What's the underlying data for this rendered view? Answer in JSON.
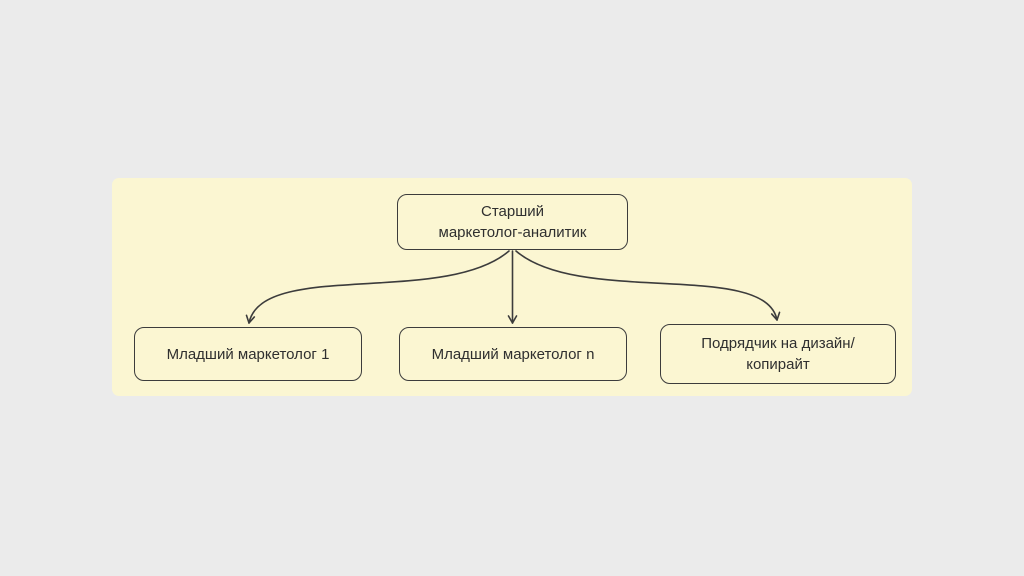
{
  "diagram": {
    "type": "org-chart",
    "root": {
      "id": "senior-marketer-analyst",
      "label": "Старший маркетолог-аналитик",
      "lines": [
        "Старший",
        "маркетолог-аналитик"
      ]
    },
    "children": [
      {
        "id": "junior-marketer-1",
        "label": "Младший маркетолог 1",
        "lines": [
          "Младший маркетолог 1"
        ]
      },
      {
        "id": "junior-marketer-n",
        "label": "Младший маркетолог n",
        "lines": [
          "Младший маркетолог n"
        ]
      },
      {
        "id": "design-copy-contractor",
        "label": "Подрядчик на дизайн/ копирайт",
        "lines": [
          "Подрядчик на дизайн/",
          "копирайт"
        ]
      }
    ],
    "edges": [
      {
        "from": "senior-marketer-analyst",
        "to": "junior-marketer-1"
      },
      {
        "from": "senior-marketer-analyst",
        "to": "junior-marketer-n"
      },
      {
        "from": "senior-marketer-analyst",
        "to": "design-copy-contractor"
      }
    ]
  },
  "colors": {
    "canvas_bg": "#ebebeb",
    "panel_bg": "#fbf6d2",
    "node_bg": "#fbf6d2",
    "node_border": "#3c3c3c",
    "text": "#2f2f2f",
    "arrow": "#3c3c3c"
  }
}
